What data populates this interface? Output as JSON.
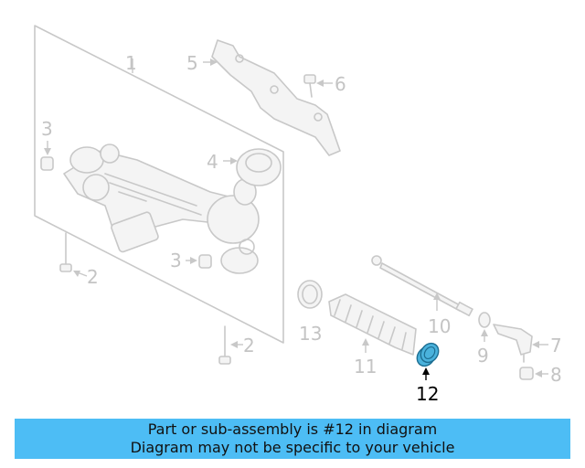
{
  "callouts": {
    "c1": "1",
    "c2a": "2",
    "c2b": "2",
    "c3a": "3",
    "c3b": "3",
    "c4": "4",
    "c5": "5",
    "c6": "6",
    "c7": "7",
    "c8": "8",
    "c9": "9",
    "c10": "10",
    "c11": "11",
    "c12": "12",
    "c13": "13"
  },
  "highlighted_part": "12",
  "colors": {
    "banner": "#4dbdf5",
    "highlight": "#4ab2dc",
    "muted": "#c8c8c8"
  },
  "banner": {
    "line1": "Part or sub-assembly is #12 in diagram",
    "line2": "Diagram may not be specific to your vehicle"
  }
}
